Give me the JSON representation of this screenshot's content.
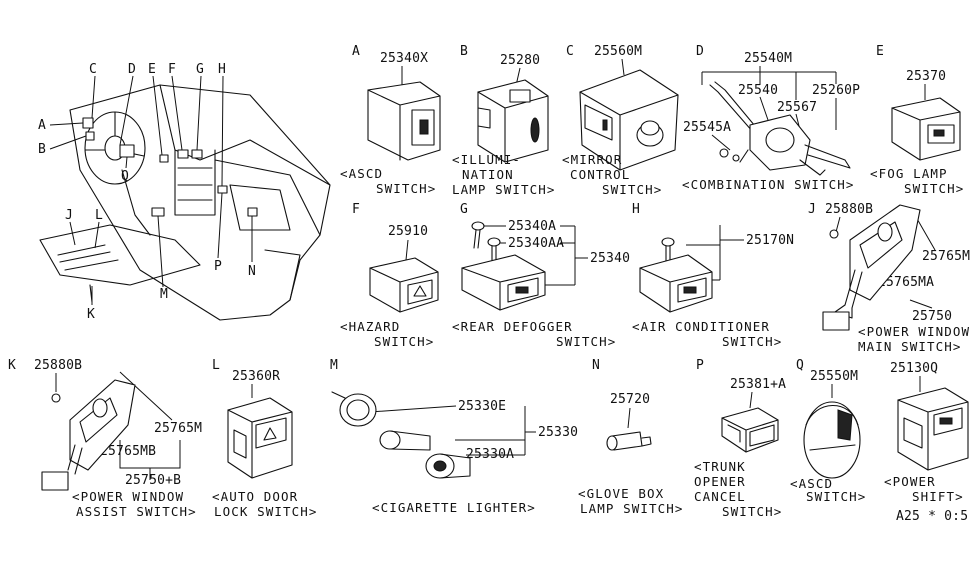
{
  "overview": {
    "callouts": [
      "A",
      "B",
      "C",
      "D",
      "E",
      "F",
      "G",
      "H",
      "Q",
      "J",
      "L",
      "K",
      "M",
      "P",
      "N"
    ]
  },
  "sections": {
    "A": {
      "letter": "A",
      "parts": [
        "25340X"
      ],
      "caption": [
        "<ASCD",
        "SWITCH>"
      ]
    },
    "B": {
      "letter": "B",
      "parts": [
        "25280"
      ],
      "caption": [
        "<ILLUMI-",
        "NATION",
        "LAMP SWITCH>"
      ]
    },
    "C": {
      "letter": "C",
      "parts": [
        "25560M"
      ],
      "caption": [
        "<MIRROR",
        "CONTROL",
        "SWITCH>"
      ]
    },
    "D": {
      "letter": "D",
      "parts": [
        "25540M",
        "25540",
        "25567",
        "25260P",
        "25545A"
      ],
      "caption": [
        "<COMBINATION SWITCH>"
      ]
    },
    "E": {
      "letter": "E",
      "parts": [
        "25370"
      ],
      "caption": [
        "<FOG LAMP",
        "SWITCH>"
      ]
    },
    "F": {
      "letter": "F",
      "parts": [
        "25910"
      ],
      "caption": [
        "<HAZARD",
        "SWITCH>"
      ]
    },
    "G": {
      "letter": "G",
      "parts": [
        "25340A",
        "25340AA",
        "25340"
      ],
      "caption": [
        "<REAR DEFOGGER",
        "SWITCH>"
      ]
    },
    "H": {
      "letter": "H",
      "parts": [
        "25170N"
      ],
      "caption": [
        "<AIR CONDITIONER",
        "SWITCH>"
      ]
    },
    "J": {
      "letter": "J",
      "parts": [
        "25880B",
        "25765M",
        "25765MA",
        "25750"
      ],
      "caption": [
        "<POWER WINDOW",
        "MAIN SWITCH>"
      ]
    },
    "K": {
      "letter": "K",
      "parts": [
        "25880B",
        "25765M",
        "25765MB",
        "25750+B"
      ],
      "caption": [
        "<POWER WINDOW",
        "ASSIST SWITCH>"
      ]
    },
    "L": {
      "letter": "L",
      "parts": [
        "25360R"
      ],
      "caption": [
        "<AUTO DOOR",
        "LOCK SWITCH>"
      ]
    },
    "M": {
      "letter": "M",
      "parts": [
        "25330E",
        "25330",
        "25330A"
      ],
      "caption": [
        "<CIGARETTE LIGHTER>"
      ]
    },
    "N": {
      "letter": "N",
      "parts": [
        "25720"
      ],
      "caption": [
        "<GLOVE BOX",
        "LAMP SWITCH>"
      ]
    },
    "P": {
      "letter": "P",
      "parts": [
        "25381+A"
      ],
      "caption": [
        "<TRUNK",
        "OPENER",
        "CANCEL",
        "SWITCH>"
      ]
    },
    "Q": {
      "letter": "Q",
      "parts": [
        "25550M"
      ],
      "caption": [
        "<ASCD",
        "SWITCH>"
      ]
    },
    "R": {
      "letter": "",
      "parts": [
        "25130Q"
      ],
      "caption": [
        "<POWER",
        "SHIFT>"
      ]
    }
  },
  "diagram_code": "A25 * 0:5"
}
